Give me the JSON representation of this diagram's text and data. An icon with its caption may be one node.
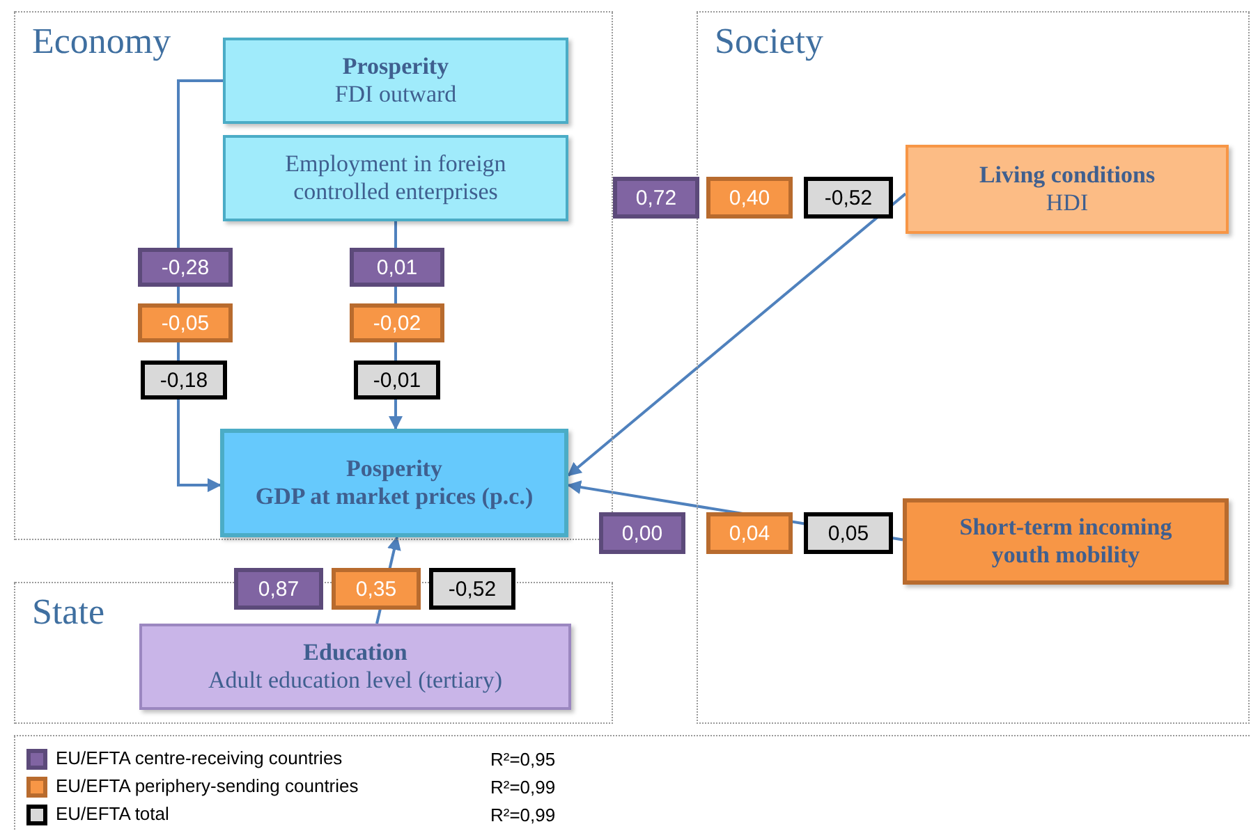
{
  "diagram": {
    "nodes": [
      {
        "text": [
          "Economy"
        ]
      },
      {
        "text": [
          "Prosperity",
          "FDI outward"
        ],
        "in": 0
      },
      {
        "text": [
          "Employment in foreign controlled enterprises"
        ],
        "in": 0
      },
      {
        "text": [
          "Posperity",
          "GDP at market prices (p.c.)"
        ],
        "in": 0
      },
      {
        "text": [
          "Society"
        ]
      },
      {
        "text": [
          "Living conditions",
          "HDI"
        ],
        "in": 4
      },
      {
        "text": [
          "Short-term incoming youth mobility"
        ],
        "in": 4
      },
      {
        "text": [
          "State"
        ]
      },
      {
        "text": [
          "Education",
          "Adult education level (tertiary)"
        ],
        "in": 7
      }
    ],
    "edges": [
      {
        "from": 1,
        "to": 3,
        "arrow": "to"
      },
      {
        "from": 2,
        "to": 3,
        "arrow": "to"
      },
      {
        "from": 5,
        "to": 3,
        "arrow": "to"
      },
      {
        "from": 6,
        "to": 3,
        "arrow": "to"
      },
      {
        "from": 8,
        "to": 3,
        "arrow": "to"
      }
    ],
    "labels": [
      "0,72",
      "0,40",
      "-0,52",
      "-0,28",
      "0,01",
      "-0,05",
      "-0,02",
      "-0,18",
      "-0,01",
      "0,00",
      "0,04",
      "0,05",
      "0,87",
      "0,35",
      "-0,52",
      "R²=0,95",
      "R²=0,99",
      "R²=0,99"
    ],
    "legend": [
      {
        "text": "EU/EFTA centre-receiving countries",
        "color": "#8064a2"
      },
      {
        "text": "EU/EFTA periphery-sending countries",
        "color": "#f79646"
      },
      {
        "text": "EU/EFTA total",
        "color": "#d9d9d9"
      }
    ]
  }
}
